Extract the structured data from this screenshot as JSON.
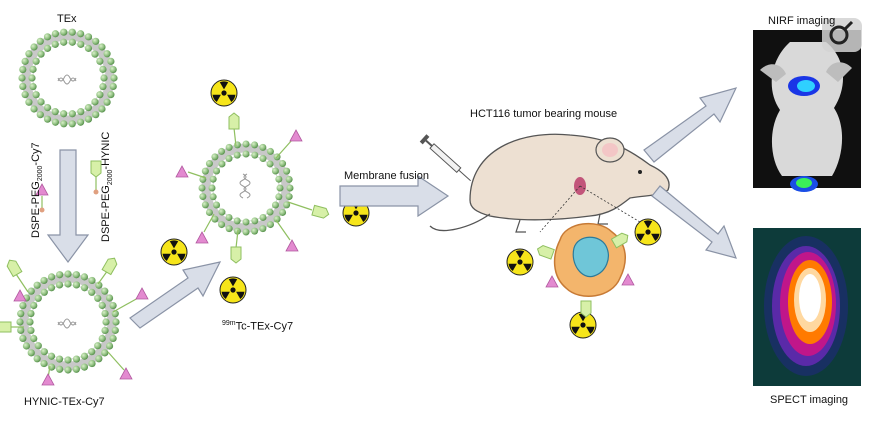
{
  "labels": {
    "tex": "TEx",
    "dspe_cy7": "DSPE-PEG",
    "dspe_cy7_sub": "2000",
    "dspe_cy7_tail": "-Cy7",
    "dspe_hynic": "DSPE-PEG",
    "dspe_hynic_sub": "2000",
    "dspe_hynic_tail": "-HYNIC",
    "hynic_tex": "HYNIC-TEx-Cy7",
    "tc_sup": "99m",
    "tc_label": "Tc-TEx-Cy7",
    "membrane_fusion": "Membrane fusion",
    "mouse": "HCT116 tumor bearing mouse",
    "nirf": "NIRF imaging",
    "spect": "SPECT imaging"
  },
  "colors": {
    "lipid_head": "#8fbf80",
    "linker_green": "#d7f0a8",
    "hynic_pink": "#e38ad0",
    "arrow_fill": "#d9dee8",
    "arrow_stroke": "#8a93a6",
    "mouse_fill": "#ede0d2",
    "radiation_yellow": "#f6e51a"
  },
  "icons": [
    "radiation-icon",
    "zoom-icon",
    "syringe-icon"
  ]
}
